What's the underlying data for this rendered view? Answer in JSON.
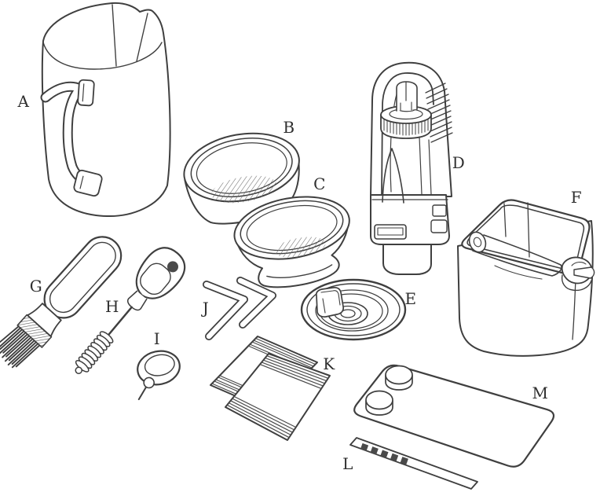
{
  "figure": {
    "subject": "espresso-accessories-parts-diagram",
    "labels": [
      {
        "id": "A",
        "item": "milk-frothing-jug"
      },
      {
        "id": "B",
        "item": "dual-wall-filter-basket"
      },
      {
        "id": "C",
        "item": "single-wall-filter-basket"
      },
      {
        "id": "D",
        "item": "grinder-burr-assembly"
      },
      {
        "id": "E",
        "item": "cleaning-disc"
      },
      {
        "id": "F",
        "item": "knock-box"
      },
      {
        "id": "G",
        "item": "cleaning-brush"
      },
      {
        "id": "H",
        "item": "wire-grinder-brush"
      },
      {
        "id": "I",
        "item": "pin-cleaning-tool"
      },
      {
        "id": "J",
        "item": "hex-keys"
      },
      {
        "id": "K",
        "item": "cleaning-sachets"
      },
      {
        "id": "L",
        "item": "water-test-strip"
      },
      {
        "id": "M",
        "item": "mat-with-tablets"
      }
    ]
  },
  "colors": {
    "background": "#ffffff",
    "line": "#3f3f3f",
    "dark_fill": "#4a4a4a",
    "label_text": "#2f2f2f"
  }
}
